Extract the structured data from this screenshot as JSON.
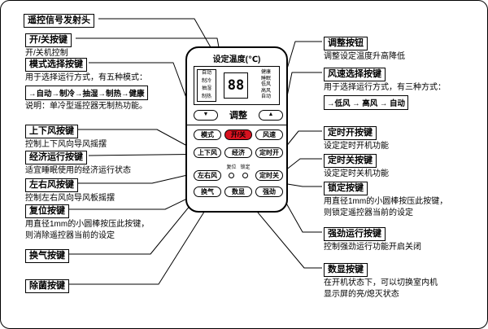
{
  "remote": {
    "temp_label": "设定温度(℃)",
    "display": {
      "left_modes": [
        "自动",
        "制冷",
        "抽湿",
        "制热"
      ],
      "digits": "88",
      "right_items": [
        "健康",
        "睡眠",
        "低风",
        "高风",
        "自动"
      ]
    },
    "adjust": {
      "down": "▼",
      "label": "调整",
      "up": "▲"
    },
    "buttons": {
      "mode": "模式",
      "power": "开/关",
      "fan": "风速",
      "updown": "上下风",
      "eco": "经济",
      "timer_on": "定时开",
      "leftright": "左右风",
      "reset": "复位",
      "lock": "锁定",
      "timer_off": "定时关",
      "vent": "换气",
      "display_btn": "数显",
      "turbo": "强劲"
    }
  },
  "annotations": {
    "note": "说明：单冷型遥控器无制热功能。",
    "left": [
      {
        "title": "遥控信号发射头"
      },
      {
        "title": "开/关按键",
        "desc1": "开/关机控制"
      },
      {
        "title": "模式选择按键",
        "desc1": "用于选择运行方式，有五种模式：",
        "sequence": "→自动→制冷→抽湿→制热→健康"
      },
      {
        "title": "上下风按键",
        "desc1": "控制上下风向导风摇摆"
      },
      {
        "title": "经济运行按键",
        "desc1": "适宜睡眠使用的经济运行状态"
      },
      {
        "title": "左右风按键",
        "desc1": "控制左右风向导风板摇摆"
      },
      {
        "title": "复位按键",
        "desc1": "用直径1mm的小圆棒按压此按键，",
        "desc2": "则消除遥控器当前的设定"
      },
      {
        "title": "换气按键"
      },
      {
        "title": "除菌按键"
      }
    ],
    "right": [
      {
        "title": "调整按钮",
        "desc1": "调整设定温度升高降低"
      },
      {
        "title": "风速选择按键",
        "desc1": "用于选择运行方式，有三种方式：",
        "sequence": "→低风 → 高风 → 自动"
      },
      {
        "title": "定时开按键",
        "desc1": "设定定时开机功能"
      },
      {
        "title": "定时关按键",
        "desc1": "设定定时关机功能"
      },
      {
        "title": "锁定按键",
        "desc1": "用直径1mm的小圆棒按压此按键，",
        "desc2": "则锁定遥控器当前的设定"
      },
      {
        "title": "强劲运行按键",
        "desc1": "控制强劲运行功能开启关闭"
      },
      {
        "title": "数显按键",
        "desc1": "在开机状态下，可以切换室内机",
        "desc2": "显示屏的亮/熄灭状态"
      }
    ]
  }
}
